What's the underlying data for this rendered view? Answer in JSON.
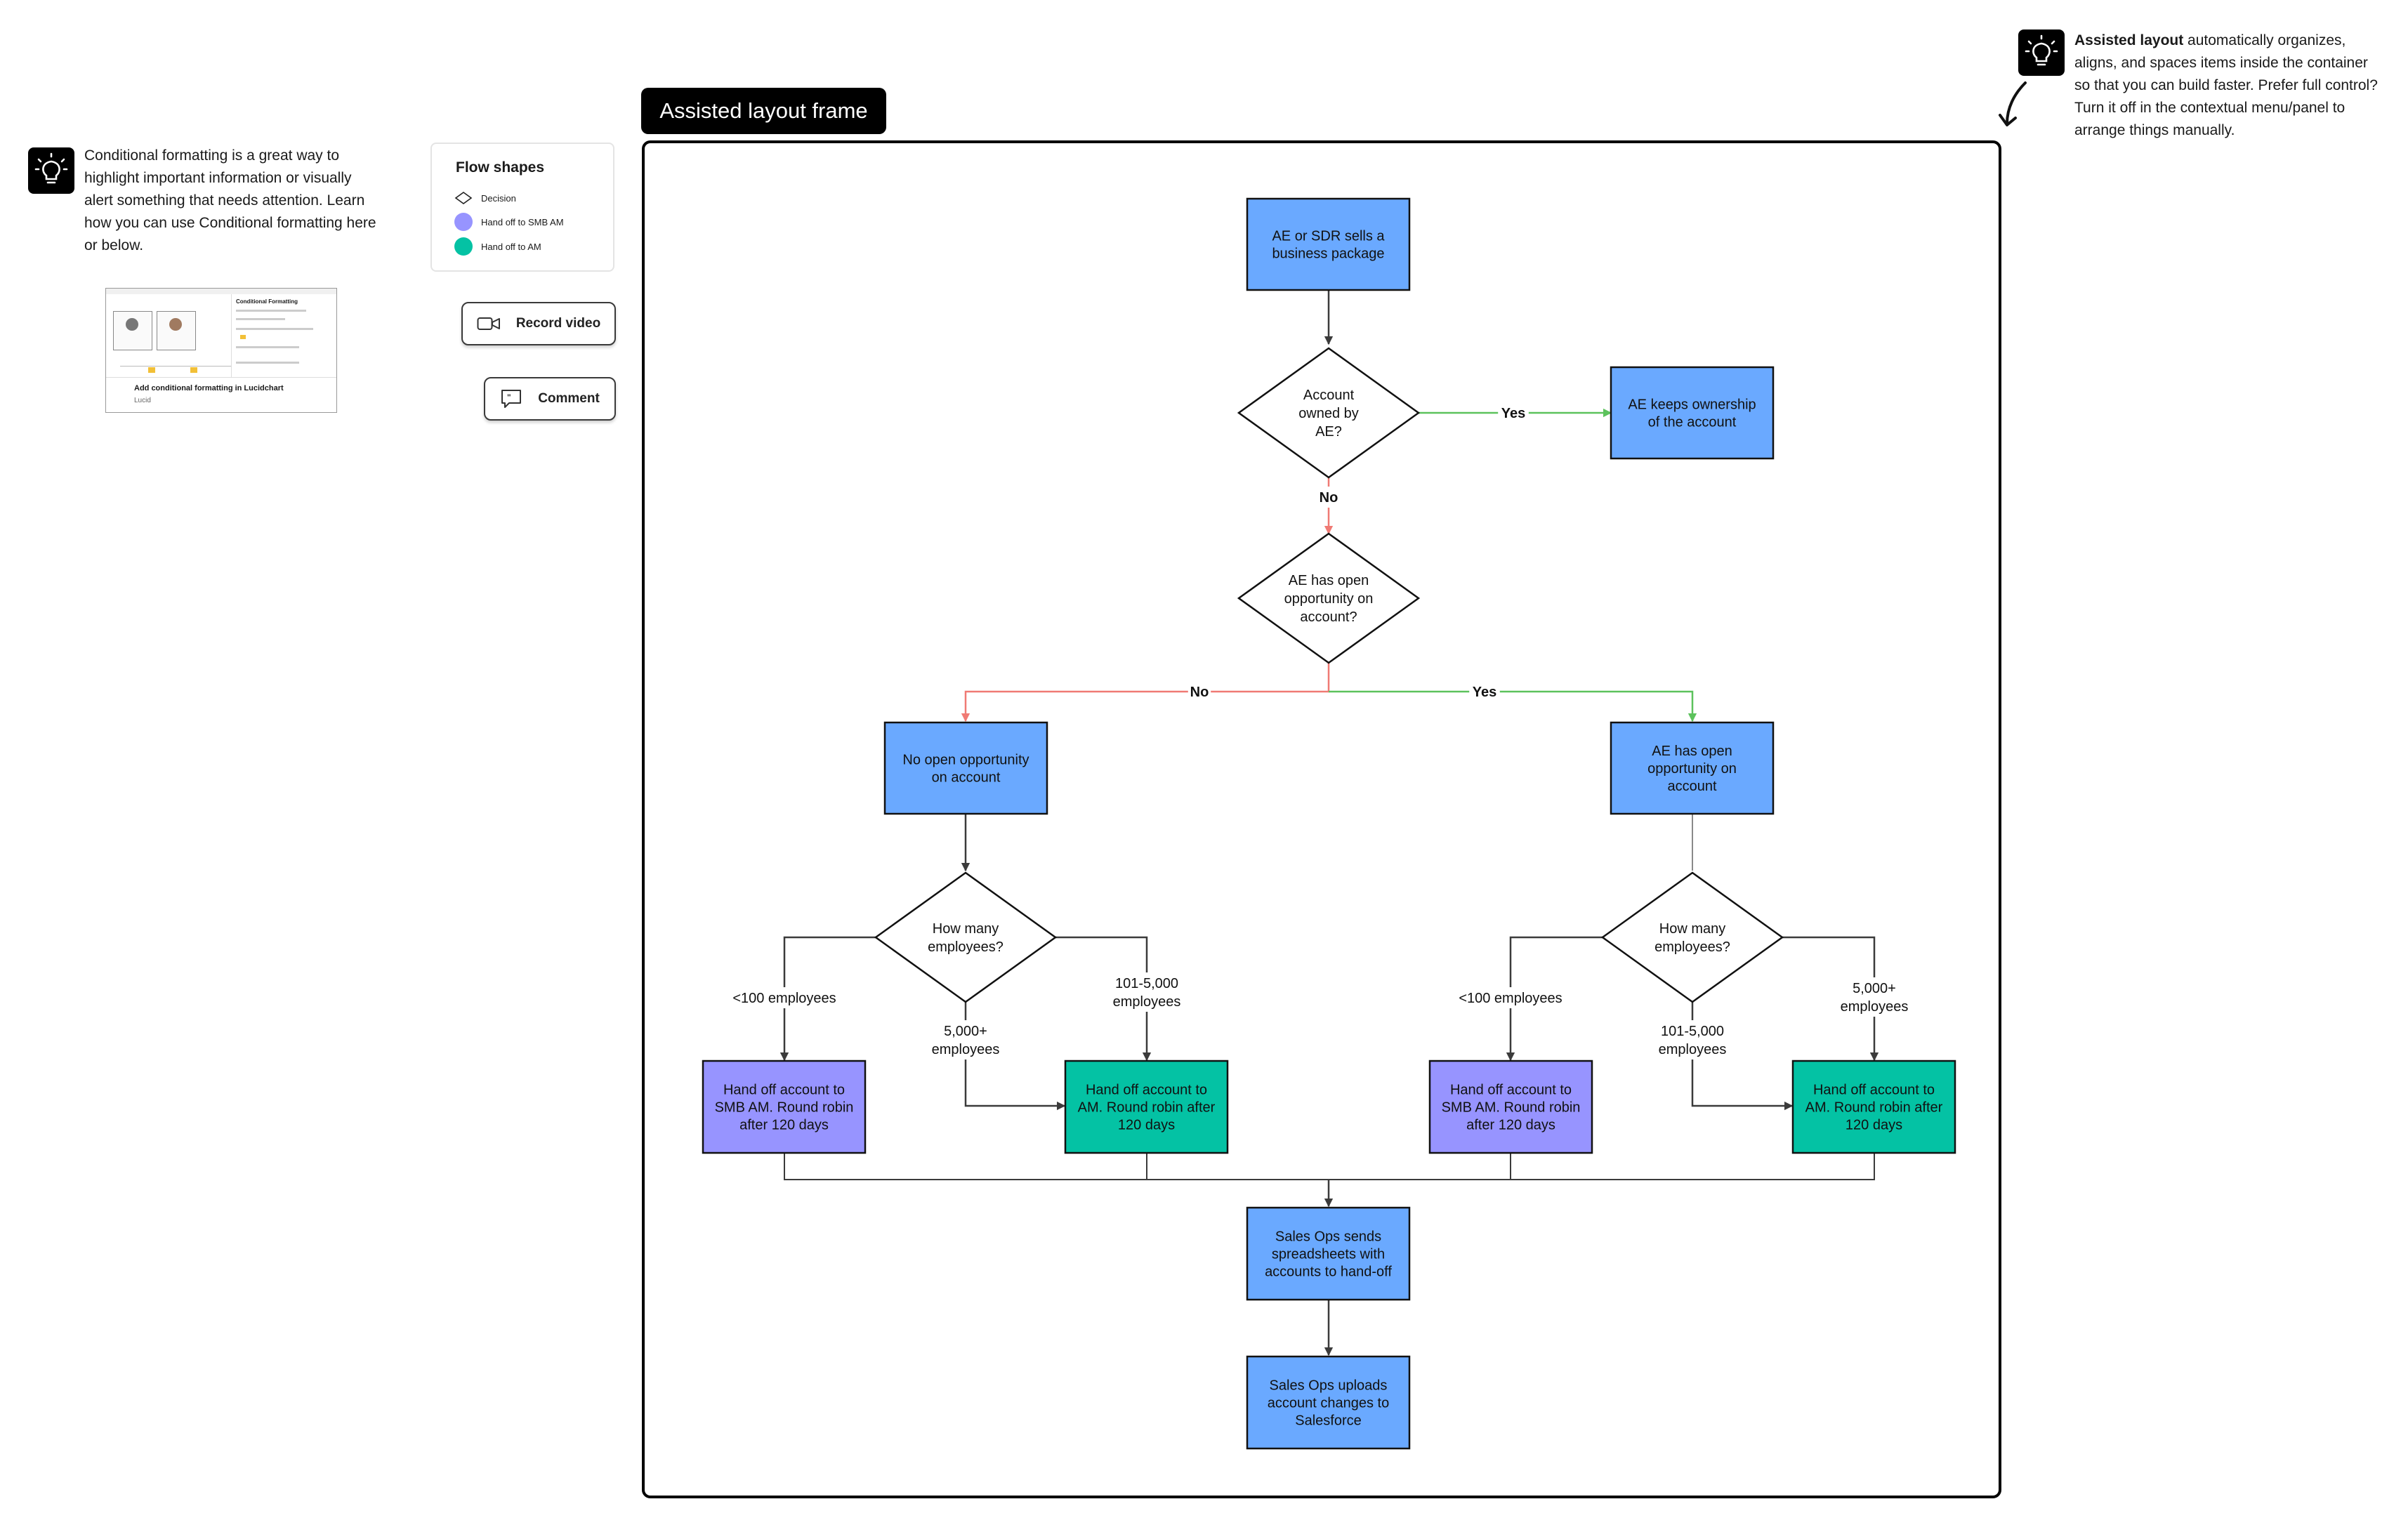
{
  "colors": {
    "process_blue": "#6aa9ff",
    "smb_purple": "#9794ff",
    "am_teal": "#04c2a4",
    "yes_green": "#5cc25c",
    "no_red": "#f07a74",
    "connector_dark": "#3b3b3b"
  },
  "left_tip": {
    "icon": "lightbulb-icon",
    "text": "Conditional formatting is a great way to highlight important information or visually alert something that needs attention. Learn how you can use Conditional formatting here or below.",
    "thumbnail": {
      "caption": "Add conditional formatting in Lucidchart",
      "source": "Lucid",
      "panel_title": "Conditional Formatting"
    }
  },
  "legend": {
    "title": "Flow shapes",
    "items": [
      {
        "label": "Decision",
        "icon": "diamond-icon"
      },
      {
        "label": "Hand off to SMB AM",
        "icon": "purple-dot-icon"
      },
      {
        "label": "Hand off to AM",
        "icon": "teal-dot-icon"
      }
    ]
  },
  "buttons": {
    "record_video": "Record video",
    "comment": "Comment"
  },
  "frame": {
    "label": "Assisted layout frame"
  },
  "right_tip": {
    "icon": "lightbulb-icon",
    "bold": "Assisted layout",
    "text": " automatically organizes, aligns, and spaces items inside the container so that you can build faster. Prefer full control? Turn it off in the contextual menu/panel to arrange things manually."
  },
  "flowchart": {
    "nodes": {
      "start": [
        "AE or SDR sells a",
        "business package"
      ],
      "d_owned": [
        "Account",
        "owned by",
        "AE?"
      ],
      "keeps": [
        "AE keeps ownership",
        "of the account"
      ],
      "d_open": [
        "AE has open",
        "opportunity on",
        "account?"
      ],
      "no_open": [
        "No open opportunity",
        "on account"
      ],
      "has_open": [
        "AE has open",
        "opportunity on",
        "account"
      ],
      "d_emp_left": [
        "How many",
        "employees?"
      ],
      "d_emp_right": [
        "How many",
        "employees?"
      ],
      "smb_left": [
        "Hand off account to",
        "SMB AM. Round robin",
        "after 120 days"
      ],
      "am_left": [
        "Hand off account to",
        "AM. Round robin after",
        "120 days"
      ],
      "smb_right": [
        "Hand off account to",
        "SMB AM. Round robin",
        "after 120 days"
      ],
      "am_right": [
        "Hand off account to",
        "AM. Round robin after",
        "120 days"
      ],
      "sales_ops_sends": [
        "Sales Ops sends",
        "spreadsheets with",
        "accounts to hand-off"
      ],
      "sales_ops_uploads": [
        "Sales Ops uploads",
        "account changes to",
        "Salesforce"
      ]
    },
    "edge_labels": {
      "yes_owned": "Yes",
      "no_owned": "No",
      "no_open": "No",
      "yes_open": "Yes",
      "left_lt100": "<100 employees",
      "left_5000": [
        "5,000+",
        "employees"
      ],
      "left_101": [
        "101-5,000",
        "employees"
      ],
      "right_lt100": "<100 employees",
      "right_101": [
        "101-5,000",
        "employees"
      ],
      "right_5000": [
        "5,000+",
        "employees"
      ]
    }
  }
}
